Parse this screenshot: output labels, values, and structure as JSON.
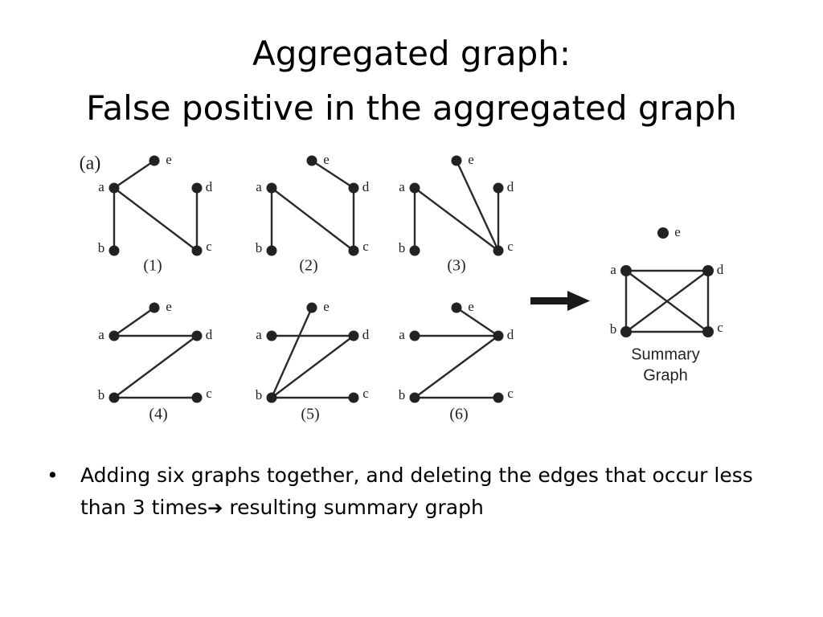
{
  "slide": {
    "title_line_1": "Aggregated graph:",
    "title_line_2": "False positive in the aggregated graph"
  },
  "figure": {
    "panel_label": "(a)",
    "node_labels": [
      "a",
      "b",
      "c",
      "d",
      "e"
    ],
    "graphs": [
      {
        "label": "(1)",
        "edges": [
          [
            "a",
            "e"
          ],
          [
            "a",
            "b"
          ],
          [
            "a",
            "c"
          ],
          [
            "c",
            "d"
          ]
        ]
      },
      {
        "label": "(2)",
        "edges": [
          [
            "e",
            "d"
          ],
          [
            "a",
            "b"
          ],
          [
            "a",
            "c"
          ],
          [
            "c",
            "d"
          ]
        ]
      },
      {
        "label": "(3)",
        "edges": [
          [
            "e",
            "c"
          ],
          [
            "a",
            "b"
          ],
          [
            "a",
            "c"
          ],
          [
            "c",
            "d"
          ]
        ]
      },
      {
        "label": "(4)",
        "edges": [
          [
            "a",
            "e"
          ],
          [
            "a",
            "d"
          ],
          [
            "b",
            "d"
          ],
          [
            "b",
            "c"
          ]
        ]
      },
      {
        "label": "(5)",
        "edges": [
          [
            "a",
            "d"
          ],
          [
            "b",
            "e"
          ],
          [
            "b",
            "d"
          ],
          [
            "b",
            "c"
          ]
        ]
      },
      {
        "label": "(6)",
        "edges": [
          [
            "e",
            "d"
          ],
          [
            "a",
            "d"
          ],
          [
            "b",
            "d"
          ],
          [
            "b",
            "c"
          ]
        ]
      }
    ],
    "summary": {
      "label_line_1": "Summary",
      "label_line_2": "Graph",
      "edges": [
        [
          "a",
          "d"
        ],
        [
          "a",
          "b"
        ],
        [
          "a",
          "c"
        ],
        [
          "b",
          "d"
        ],
        [
          "b",
          "c"
        ],
        [
          "d",
          "c"
        ]
      ]
    }
  },
  "bullet": {
    "symbol": "•",
    "text_part_1": "Adding six graphs together, and deleting the edges that occur less than 3 times",
    "arrow": "➔",
    "text_part_2": " resulting summary graph"
  }
}
